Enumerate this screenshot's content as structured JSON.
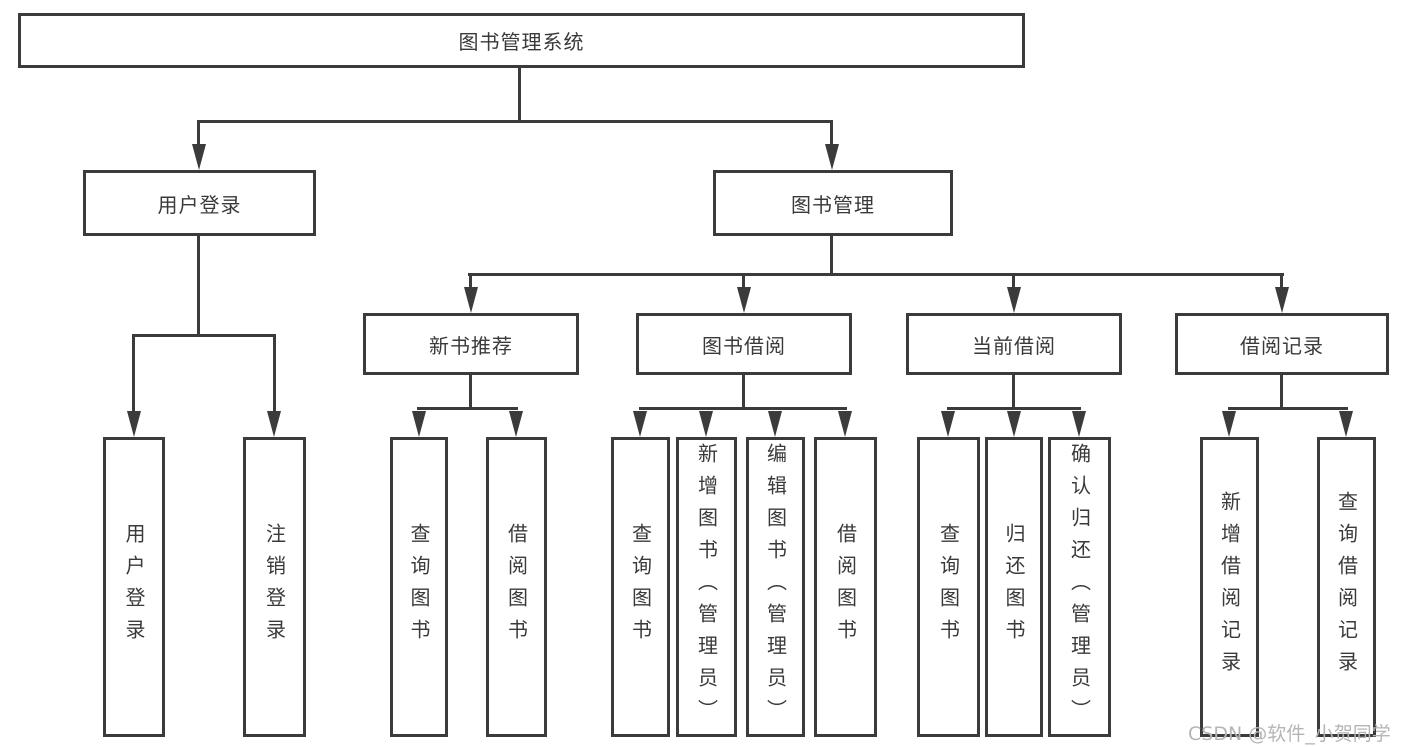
{
  "tree": {
    "label": "图书管理系统",
    "children": [
      {
        "label": "用户登录",
        "children": [
          {
            "label": "用户登录"
          },
          {
            "label": "注销登录"
          }
        ]
      },
      {
        "label": "图书管理",
        "children": [
          {
            "label": "新书推荐",
            "children": [
              {
                "label": "查询图书"
              },
              {
                "label": "借阅图书"
              }
            ]
          },
          {
            "label": "图书借阅",
            "children": [
              {
                "label": "查询图书"
              },
              {
                "label": "新增图书（管理员）"
              },
              {
                "label": "编辑图书（管理员）"
              },
              {
                "label": "借阅图书"
              }
            ]
          },
          {
            "label": "当前借阅",
            "children": [
              {
                "label": "查询图书"
              },
              {
                "label": "归还图书"
              },
              {
                "label": "确认归还（管理员）"
              }
            ]
          },
          {
            "label": "借阅记录",
            "children": [
              {
                "label": "新增借阅记录"
              },
              {
                "label": "查询借阅记录"
              }
            ]
          }
        ]
      }
    ]
  },
  "watermark": "CSDN @软件_小贺同学",
  "colors": {
    "line": "#3b3b3b",
    "text": "#3a3a3a",
    "watermark": "#b5b5b5",
    "background": "#ffffff"
  }
}
